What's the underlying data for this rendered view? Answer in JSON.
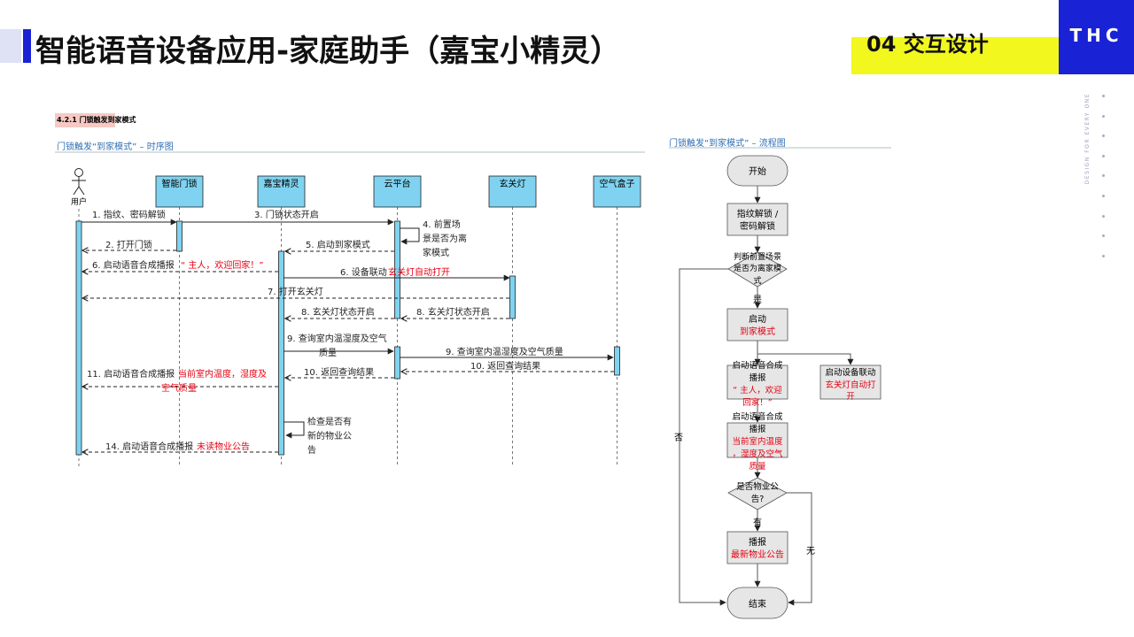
{
  "header": {
    "title": "智能语音设备应用-家庭助手（嘉宝小精灵）",
    "section": "04 交互设计",
    "logo": "THC",
    "tagline": "DESIGN FOR EVERY ONE"
  },
  "subsection": {
    "label": "4.2.1 门锁触发到家模式"
  },
  "sequence": {
    "title": "门锁触发“到家模式” – 时序图",
    "actor": "用户",
    "participants": [
      "智能门锁",
      "嘉宝精灵",
      "云平台",
      "玄关灯",
      "空气盒子"
    ],
    "messages": {
      "m1": "1. 指纹、密码解锁",
      "m2": "2. 打开门锁",
      "m3": "3. 门锁状态开启",
      "m4a": "4. 前置场",
      "m4b": "景是否为离",
      "m4c": "家模式",
      "m5": "5. 启动到家模式",
      "m6a": "6. 启动语音合成播报",
      "m6b": "“ 主人，欢迎回家！”",
      "m6c": "6. 设备联动",
      "m6d": "玄关灯自动打开",
      "m7": "7. 打开玄关灯",
      "m8a": "8. 玄关灯状态开启",
      "m8b": "8. 玄关灯状态开启",
      "m9a": "9. 查询室内温湿度及空气",
      "m9b": "质量",
      "m9c": "9. 查询室内温湿度及空气质量",
      "m10a": "10. 返回查询结果",
      "m10b": "10. 返回查询结果",
      "m11a": "11. 启动语音合成播报",
      "m11b": "当前室内温度，湿度及",
      "m11c": "空气质量",
      "m12a": "检查是否有",
      "m12b": "新的物业公",
      "m12c": "告",
      "m14a": "14. 启动语音合成播报",
      "m14b": "未读物业公告"
    }
  },
  "flow": {
    "title": "门锁触发“到家模式” – 流程图",
    "start": "开始",
    "unlock": [
      "指纹解锁 /",
      "密码解锁"
    ],
    "decision1": [
      "判断前置场景",
      "是否为离家模",
      "式"
    ],
    "yes": "是",
    "no": "否",
    "start_mode": [
      "启动",
      "到家模式"
    ],
    "tts1": [
      "启动语音合成",
      "播报",
      "“ 主人，欢迎",
      "回家！”"
    ],
    "linkage": [
      "启动设备联动",
      "玄关灯自动打",
      "开"
    ],
    "tts2": [
      "启动语音合成",
      "播报",
      "当前室内温度",
      "，湿度及空气",
      "质量"
    ],
    "decision2": [
      "是否物业公",
      "告?"
    ],
    "has": "有",
    "none": "无",
    "announce": [
      "播报",
      "最新物业公告"
    ],
    "end": "结束"
  },
  "colors": {
    "brand_blue": "#1a22d6",
    "accent_yellow": "#f2f71d",
    "title_blue": "#2f6fb5",
    "lifeline_box": "#7fd3f0",
    "highlight_red": "#e60012",
    "flow_box": "#e6e6e6"
  }
}
